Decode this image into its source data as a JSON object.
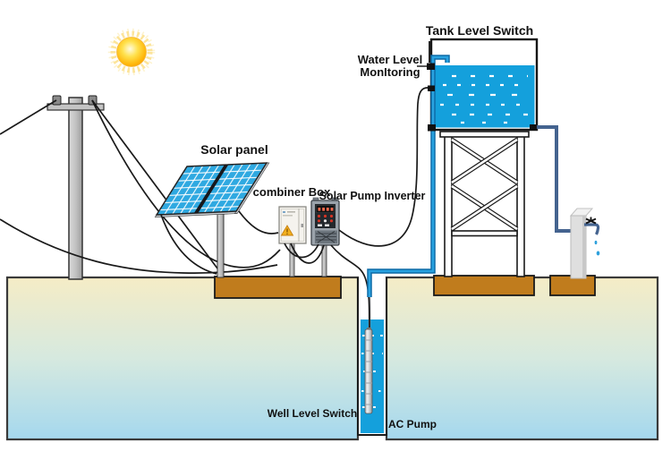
{
  "labels": {
    "tank_level_switch": "Tank Level Switch",
    "water_level_monitoring_line1": "Water Level",
    "water_level_monitoring_line2": "MonItoring",
    "solar_panel": "Solar panel",
    "combiner_box": "combiner Box",
    "solar_pump_inverter": "Solar Pump Inverter",
    "well_level_switch": "Well Level Switch",
    "ac_pump": "AC Pump"
  },
  "colors": {
    "water": "#14a0dc",
    "panel_cell": "#2fa9e1",
    "foundation": "#c07c1d",
    "ground_top": "#f5ecc6",
    "ground_bottom": "#a5d8ee",
    "pipe_supply_core": "#28a2e0",
    "pipe_supply_outline": "#0d6aa6",
    "pipe_tap": "#44638f",
    "sun_core": "#ffb70a",
    "cable": "#1a1a1a",
    "label_text": "#111111"
  }
}
